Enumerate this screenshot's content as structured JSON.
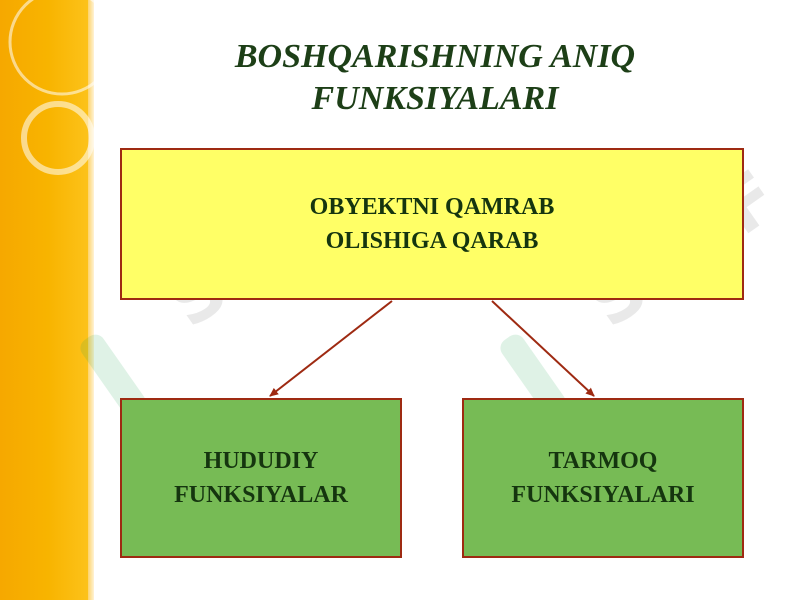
{
  "title": {
    "line1": "BOSHQARISHNING ANIQ",
    "line2": "FUNKSIYALARI"
  },
  "root_node": {
    "line1": "OBYEKTNI QAMRAB",
    "line2": "OLISHIGA QARAB"
  },
  "children": [
    {
      "line1": "HUDUDIY",
      "line2": "FUNKSIYALAR"
    },
    {
      "line1": "TARMOQ",
      "line2": "FUNKSIYALARI"
    }
  ],
  "watermark": {
    "text": "SOFF"
  },
  "colors": {
    "sidebar": "#f8b400",
    "title_text": "#1d3f17",
    "root_fill": "#ffff66",
    "child_fill": "#77bb55",
    "border": "#9e2a12",
    "arrow": "#9e2a12"
  }
}
